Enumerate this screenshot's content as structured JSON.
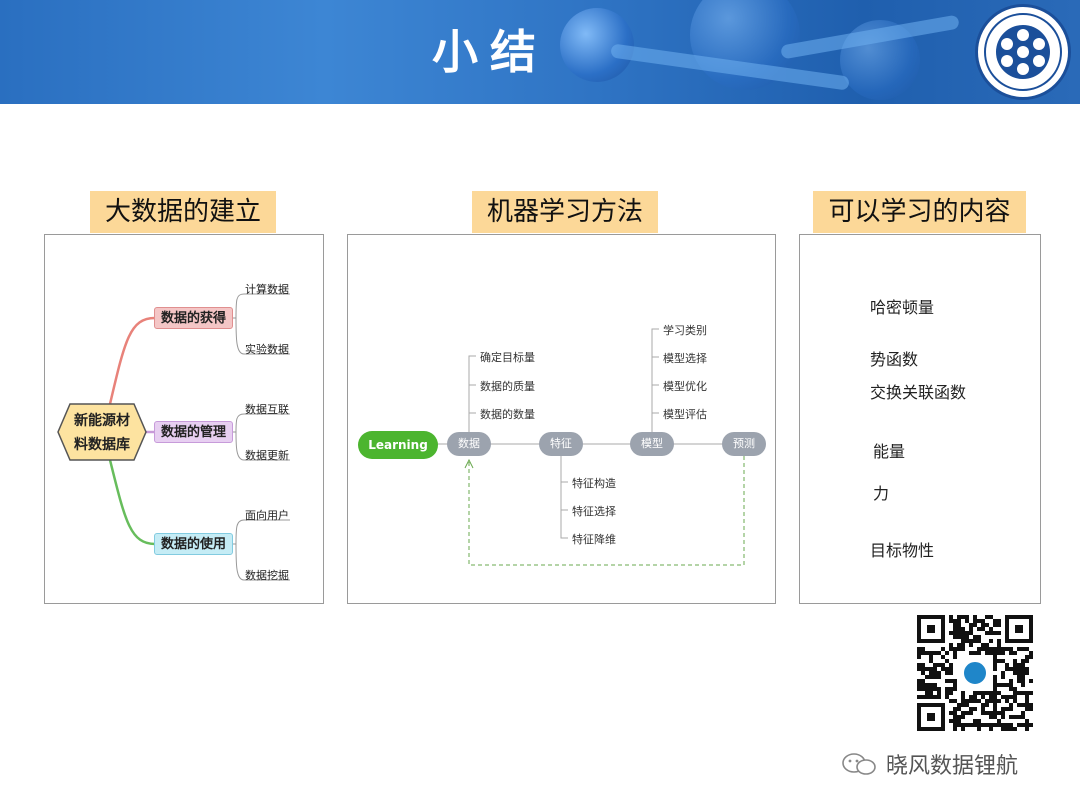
{
  "header": {
    "title": "小结",
    "logo_alt": "CHINESE ACADEMY OF SCIENCES"
  },
  "sections": [
    {
      "title": "大数据的建立"
    },
    {
      "title": "机器学习方法"
    },
    {
      "title": "可以学习的内容"
    }
  ],
  "mindmap": {
    "center": "新能源材料数据库",
    "center_line1": "新能源材",
    "center_line2": "料数据库",
    "branches": [
      {
        "label": "数据的获得",
        "leaves": [
          "计算数据",
          "实验数据"
        ]
      },
      {
        "label": "数据的管理",
        "leaves": [
          "数据互联",
          "数据更新"
        ]
      },
      {
        "label": "数据的使用",
        "leaves": [
          "面向用户",
          "数据挖掘"
        ]
      }
    ]
  },
  "flow": {
    "start": "Learning",
    "stages": [
      "数据",
      "特征",
      "模型",
      "预测"
    ],
    "data_items": [
      "确定目标量",
      "数据的质量",
      "数据的数量"
    ],
    "feature_items": [
      "特征构造",
      "特征选择",
      "特征降维"
    ],
    "model_items": [
      "学习类别",
      "模型选择",
      "模型优化",
      "模型评估"
    ]
  },
  "topics": [
    "哈密顿量",
    "势函数",
    "交换关联函数",
    "能量",
    "力",
    "目标物性"
  ],
  "footer": {
    "text": "晓风数据锂航"
  },
  "colors": {
    "banner": "#2a6fc0",
    "section_title_bg": "#fcd898",
    "branch1": "#f4c6c6",
    "branch2": "#e2c8ee",
    "branch3": "#bfe8f2",
    "learning": "#4cb52f",
    "stage_pill": "#9ca3ae"
  }
}
